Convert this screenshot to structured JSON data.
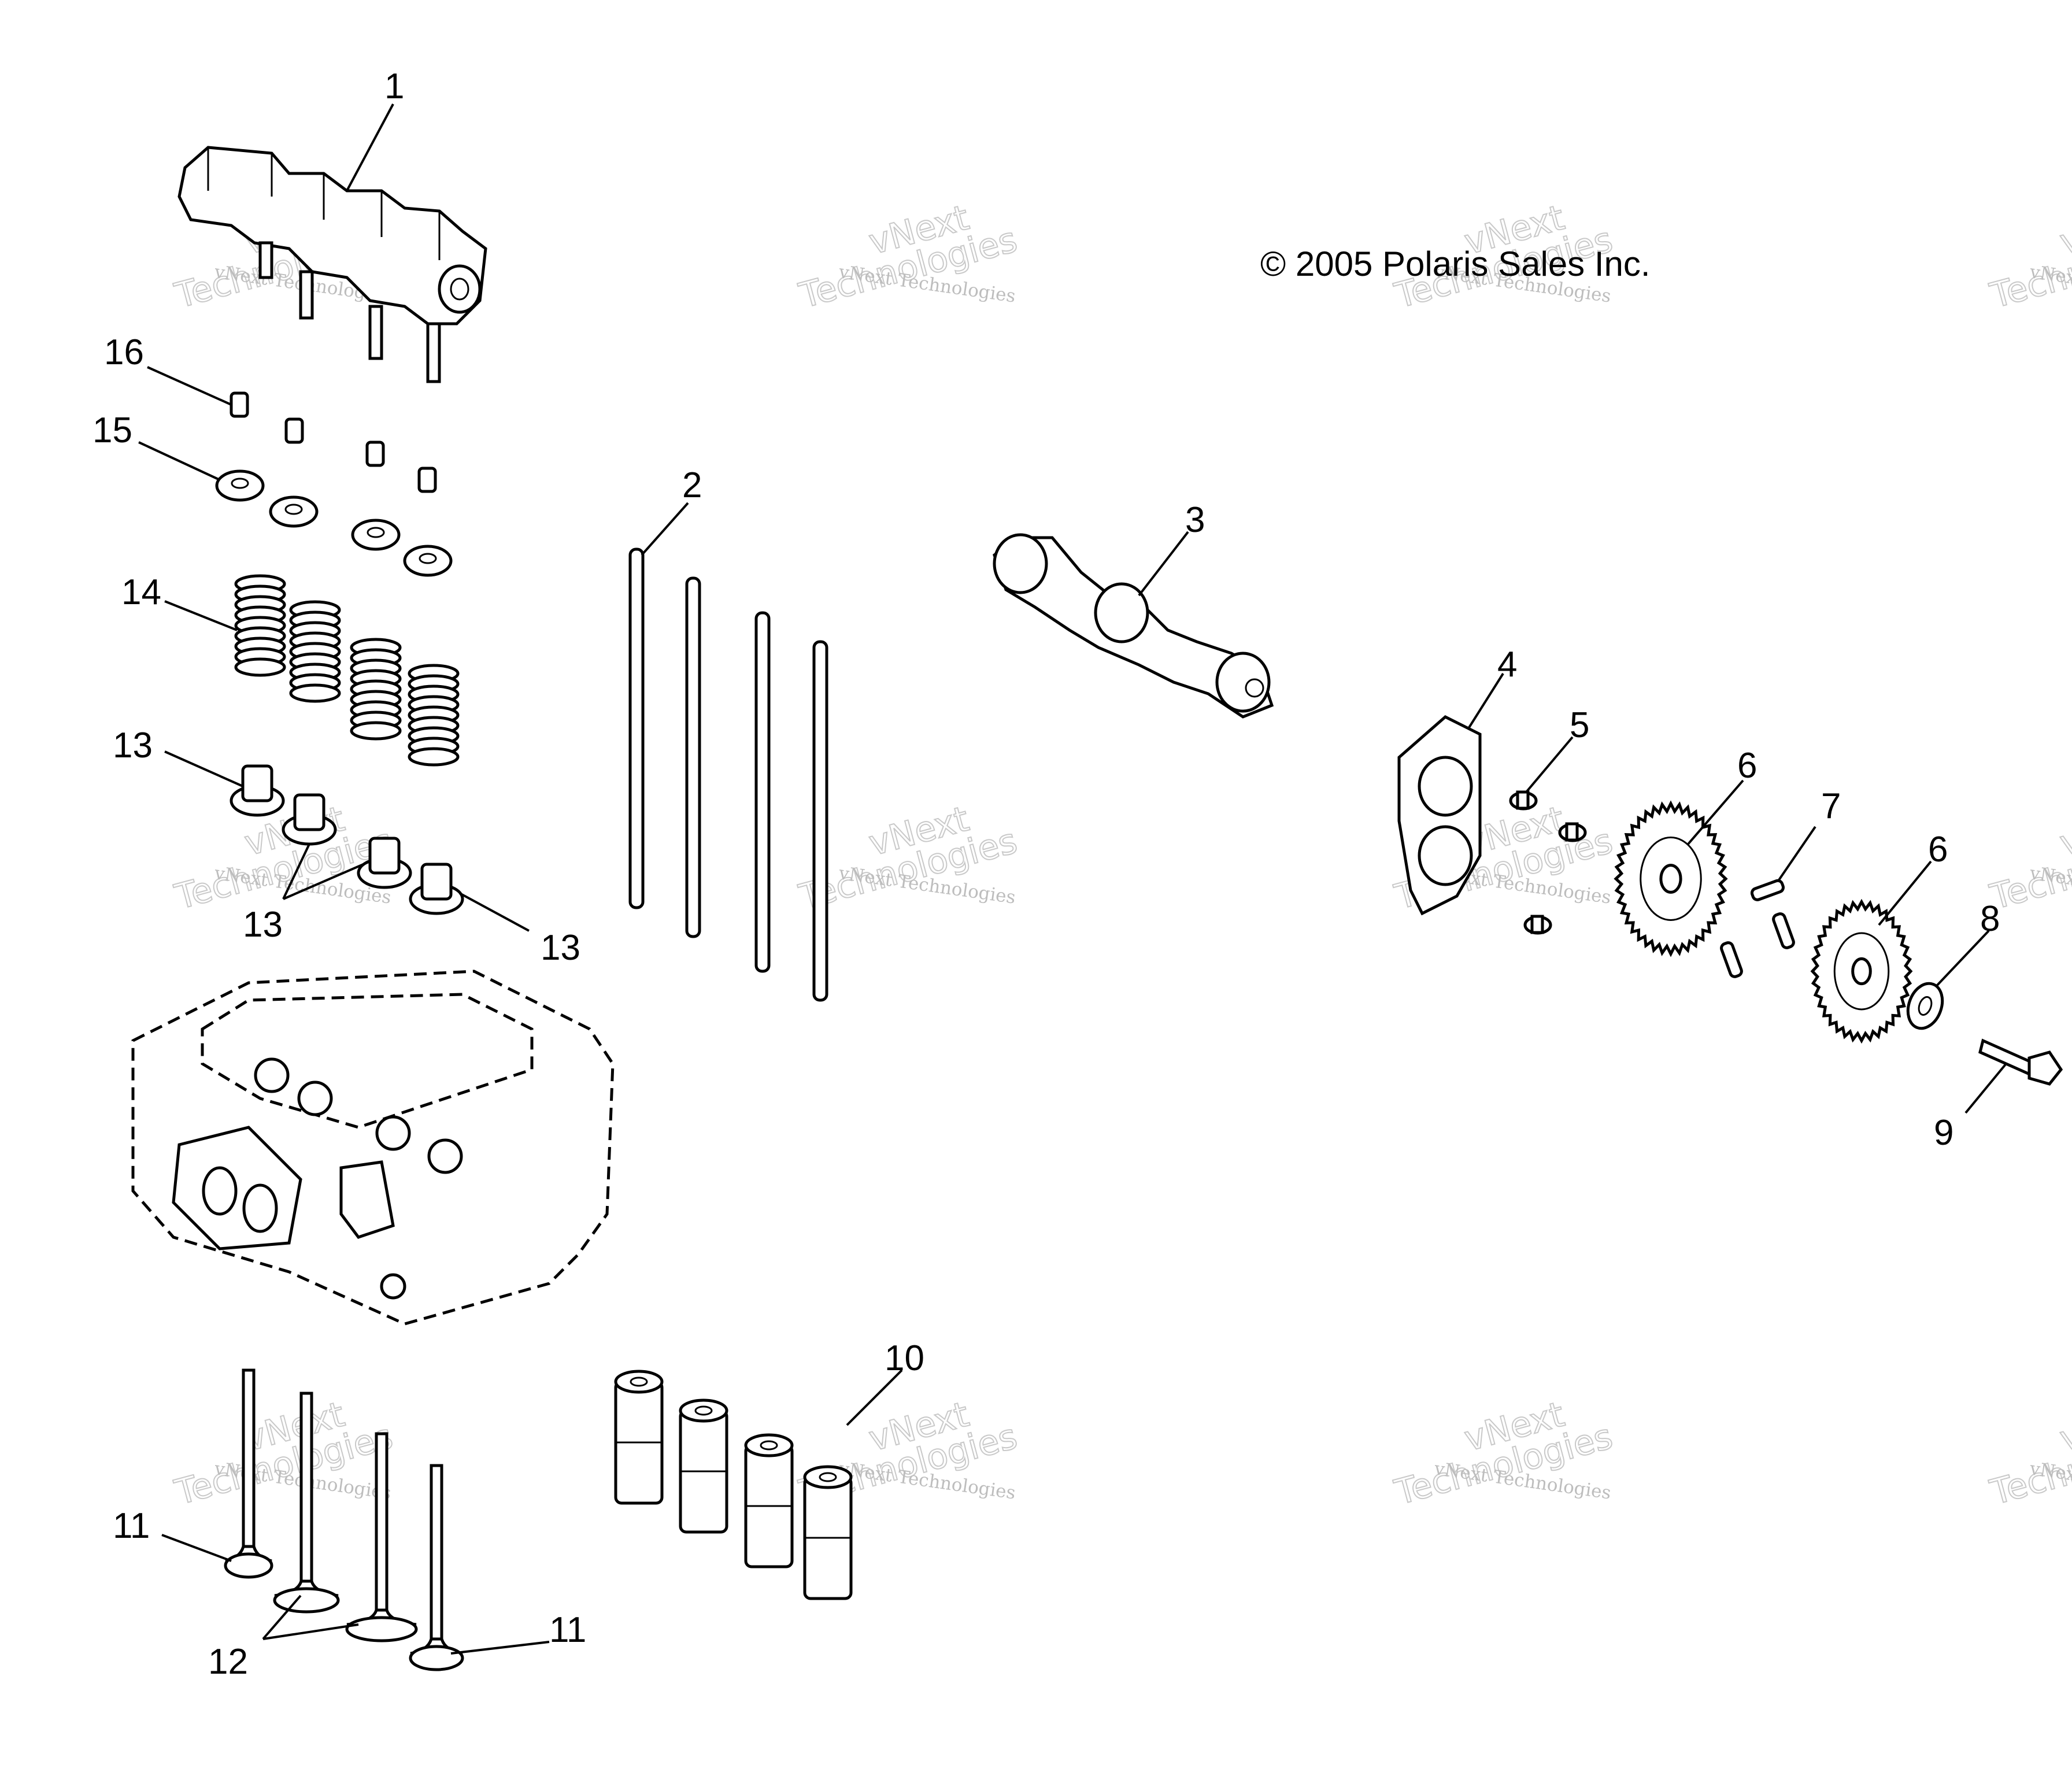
{
  "copyright": "© 2005 Polaris Sales Inc.",
  "watermark": {
    "small": "vNext Technologies",
    "big_top": "vNext",
    "big_bottom": "Technologies"
  },
  "callouts": {
    "c1": "1",
    "c2": "2",
    "c3": "3",
    "c4": "4",
    "c5": "5",
    "c6a": "6",
    "c6b": "6",
    "c7": "7",
    "c8": "8",
    "c9": "9",
    "c10": "10",
    "c11a": "11",
    "c11b": "11",
    "c12": "12",
    "c13a": "13",
    "c13b": "13",
    "c13c": "13",
    "c14": "14",
    "c15": "15",
    "c16": "16"
  }
}
